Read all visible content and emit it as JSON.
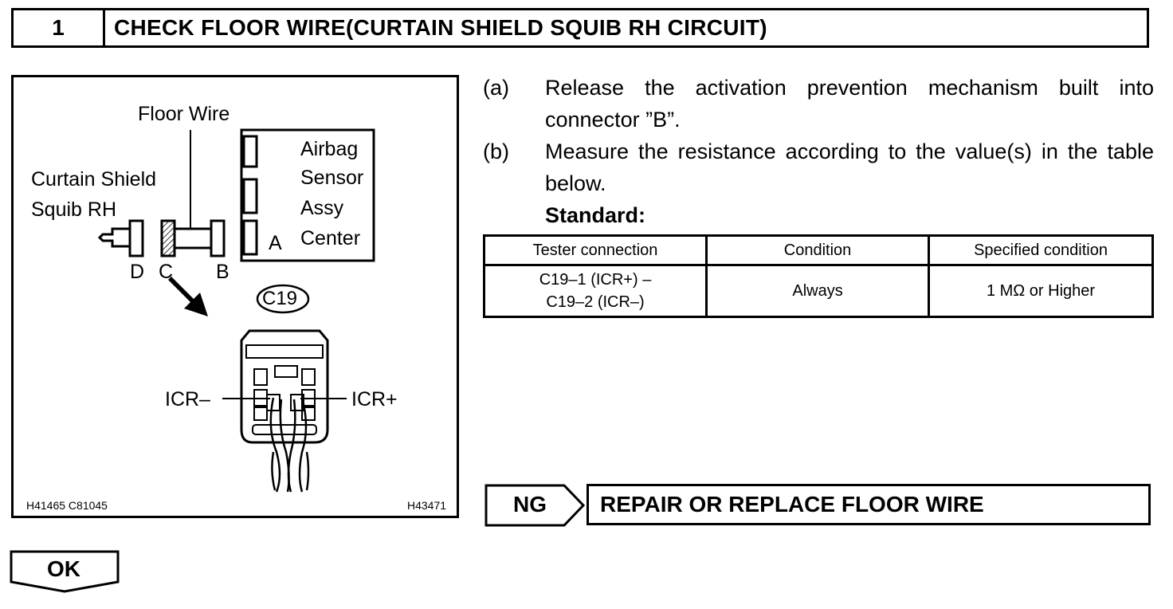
{
  "header": {
    "step_number": "1",
    "title": "CHECK FLOOR WIRE(CURTAIN SHIELD SQUIB RH CIRCUIT)"
  },
  "figure": {
    "floor_wire_label": "Floor Wire",
    "curtain_shield_label_1": "Curtain Shield",
    "curtain_shield_label_2": "Squib RH",
    "airbag_label_1": "Airbag",
    "airbag_label_2": "Sensor",
    "airbag_label_3": "Assy",
    "airbag_label_4": "Center",
    "connector_a": "A",
    "connector_b": "B",
    "connector_c": "C",
    "connector_d": "D",
    "connector_code": "C19",
    "icr_minus": "ICR–",
    "icr_plus": "ICR+",
    "ref_codes": "H41465   C81045",
    "ref_code_right": "H43471"
  },
  "steps": [
    {
      "mark": "(a)",
      "text": "Release the activation prevention mechanism built into connector ”B”."
    },
    {
      "mark": "(b)",
      "text": "Measure the resistance according to the value(s) in the table below."
    }
  ],
  "standard_label": "Standard:",
  "table": {
    "headers": [
      "Tester connection",
      "Condition",
      "Specified condition"
    ],
    "row": {
      "tester_line1": "C19–1 (ICR+) –",
      "tester_line2": "C19–2 (ICR–)",
      "condition": "Always",
      "specified": "1 MΩ or Higher"
    }
  },
  "ng": {
    "label": "NG",
    "action": "REPAIR OR REPLACE FLOOR WIRE"
  },
  "ok": {
    "label": "OK"
  }
}
